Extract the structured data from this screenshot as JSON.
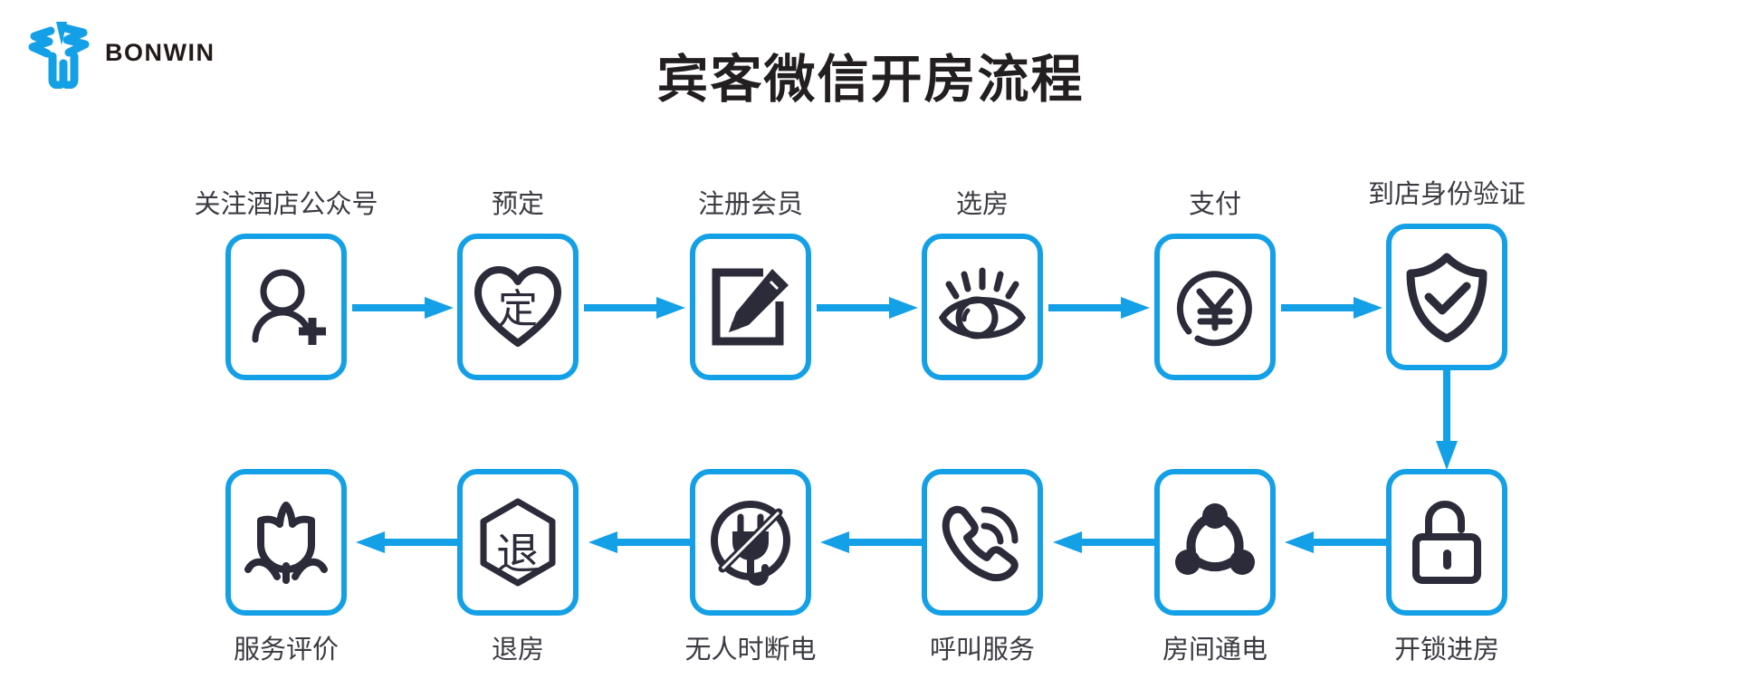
{
  "brand": {
    "name": "BONWIN",
    "logo_icon": "bonwin-propeller-logo",
    "accent_color": "#14a0e6",
    "wordmark_color": "#221a19"
  },
  "title": "宾客微信开房流程",
  "colors": {
    "accent": "#14a0e6",
    "icon_dark": "#2b2b3a",
    "label_text": "#3b3b42",
    "title_text": "#231f20",
    "background": "#ffffff"
  },
  "flow": {
    "direction_note": "top row left-to-right, then down, then bottom row right-to-left",
    "steps": [
      {
        "index": 1,
        "label": "关注酒店公众号",
        "icon": "add-user-icon",
        "row": "top",
        "label_position": "above"
      },
      {
        "index": 2,
        "label": "预定",
        "icon": "heart-booking-icon",
        "row": "top",
        "label_position": "above"
      },
      {
        "index": 3,
        "label": "注册会员",
        "icon": "edit-register-icon",
        "row": "top",
        "label_position": "above"
      },
      {
        "index": 4,
        "label": "选房",
        "icon": "eye-select-icon",
        "row": "top",
        "label_position": "above"
      },
      {
        "index": 5,
        "label": "支付",
        "icon": "yen-payment-icon",
        "row": "top",
        "label_position": "above"
      },
      {
        "index": 6,
        "label": "到店身份验证",
        "icon": "shield-check-icon",
        "row": "top",
        "label_position": "above"
      },
      {
        "index": 7,
        "label": "开锁进房",
        "icon": "unlocked-padlock-icon",
        "row": "bottom",
        "label_position": "below"
      },
      {
        "index": 8,
        "label": "房间通电",
        "icon": "network-nodes-icon",
        "row": "bottom",
        "label_position": "below"
      },
      {
        "index": 9,
        "label": "呼叫服务",
        "icon": "ringing-phone-icon",
        "row": "bottom",
        "label_position": "below"
      },
      {
        "index": 10,
        "label": "无人时断电",
        "icon": "no-power-plug-icon",
        "row": "bottom",
        "label_position": "below"
      },
      {
        "index": 11,
        "label": "退房",
        "icon": "hexagon-checkout-icon",
        "row": "bottom",
        "label_position": "below"
      },
      {
        "index": 12,
        "label": "服务评价",
        "icon": "tulip-rating-icon",
        "row": "bottom",
        "label_position": "below"
      }
    ],
    "connectors": [
      {
        "from": 1,
        "to": 2,
        "direction": "right"
      },
      {
        "from": 2,
        "to": 3,
        "direction": "right"
      },
      {
        "from": 3,
        "to": 4,
        "direction": "right"
      },
      {
        "from": 4,
        "to": 5,
        "direction": "right"
      },
      {
        "from": 5,
        "to": 6,
        "direction": "right"
      },
      {
        "from": 6,
        "to": 7,
        "direction": "down"
      },
      {
        "from": 7,
        "to": 8,
        "direction": "left"
      },
      {
        "from": 8,
        "to": 9,
        "direction": "left"
      },
      {
        "from": 9,
        "to": 10,
        "direction": "left"
      },
      {
        "from": 10,
        "to": 11,
        "direction": "left"
      },
      {
        "from": 11,
        "to": 12,
        "direction": "left"
      }
    ]
  }
}
